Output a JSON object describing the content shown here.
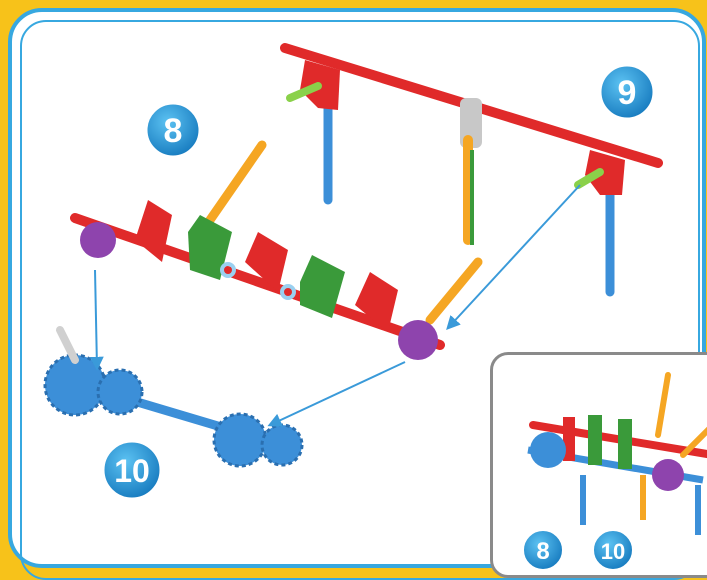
{
  "steps": [
    {
      "number": "8"
    },
    {
      "number": "9"
    },
    {
      "number": "10"
    }
  ],
  "inset_steps": [
    {
      "number": "8"
    },
    {
      "number": "10"
    }
  ],
  "colors": {
    "background": "#f7c21a",
    "border": "#37a8e0",
    "step_badge": "#1e8fd0",
    "red_rod": "#e02a2a",
    "blue_rod": "#3c8fd8",
    "orange_rod": "#f5a623",
    "green_connector": "#3a9a3a",
    "purple_gear": "#8e44ad",
    "blue_gear": "#3c8fd8",
    "grey_clip": "#c0c0c0",
    "arrow": "#3a9ad9"
  }
}
